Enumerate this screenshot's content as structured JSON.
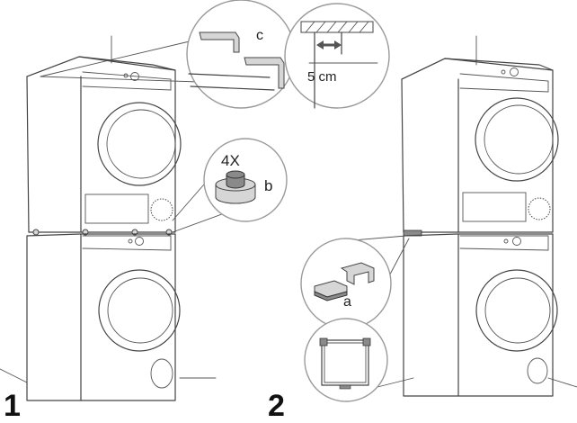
{
  "labels": {
    "c": "c",
    "five_cm": "5 cm",
    "four_x": "4X",
    "b": "b",
    "a": "a"
  },
  "steps": {
    "one": "1",
    "two": "2"
  },
  "colors": {
    "line": "#444444",
    "part_fill": "#d6d6d6",
    "part_dark": "#8a8a8a",
    "callout_stroke": "#9a9a9a"
  }
}
